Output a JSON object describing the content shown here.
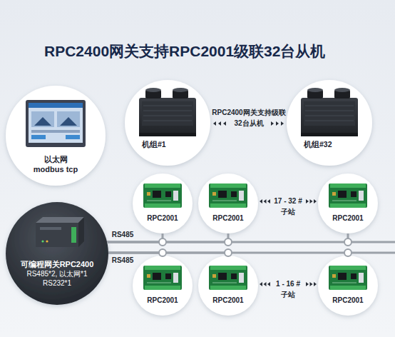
{
  "diagram": {
    "title": "RPC2400网关支持RPC2001级联32台从机",
    "nodes": [
      {
        "text": [
          "以太网",
          "modbus tcp"
        ]
      },
      {
        "text": [
          "机组#1"
        ]
      },
      {
        "text": [
          "机组#32"
        ]
      },
      {
        "text": [
          "RPC2001"
        ]
      },
      {
        "text": [
          "RPC2001"
        ]
      },
      {
        "text": [
          "RPC2001"
        ]
      },
      {
        "text": [
          "可编程网关RPC2400",
          "RS485*2, 以太网*1 RS232*1"
        ]
      },
      {
        "text": [
          "RPC2001"
        ]
      },
      {
        "text": [
          "RPC2001"
        ]
      },
      {
        "text": [
          "RPC2001"
        ]
      }
    ],
    "edges": [
      {
        "from": 6,
        "to": 3,
        "arrow": "none"
      },
      {
        "from": 6,
        "to": 4,
        "arrow": "none"
      },
      {
        "from": 6,
        "to": 5,
        "arrow": "none"
      },
      {
        "from": 6,
        "to": 7,
        "arrow": "none"
      },
      {
        "from": 6,
        "to": 8,
        "arrow": "none"
      },
      {
        "from": 6,
        "to": 9,
        "arrow": "none"
      }
    ],
    "labels": [
      "RPC2400网关支持级联",
      "32台从机",
      "17 - 32 #",
      "子站",
      "RS485",
      "RS485",
      "1 - 16 #",
      "子站"
    ]
  }
}
